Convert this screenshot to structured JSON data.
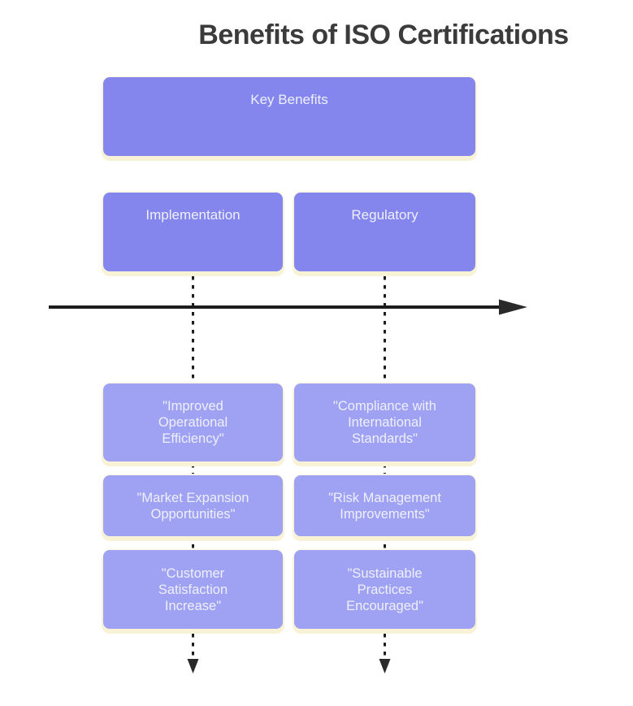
{
  "title": "Benefits of ISO Certifications",
  "root": {
    "label": "Key Benefits"
  },
  "columns": [
    {
      "header": "Implementation",
      "events": [
        {
          "label": "\"Improved\nOperational\nEfficiency\""
        },
        {
          "label": "\"Market Expansion\nOpportunities\""
        },
        {
          "label": "\"Customer\nSatisfaction\nIncrease\""
        }
      ]
    },
    {
      "header": "Regulatory",
      "events": [
        {
          "label": "\"Compliance with\nInternational\nStandards\""
        },
        {
          "label": "\"Risk Management\nImprovements\""
        },
        {
          "label": "\"Sustainable\nPractices\nEncouraged\""
        }
      ]
    }
  ],
  "colors": {
    "header_fill": "#8486ee",
    "event_fill": "#9fa1f3",
    "glow": "#f8f2d6",
    "glow_light": "#fdfaec",
    "line": "#1d1d1d",
    "title_text": "#3b3b3b",
    "box_text": "#eef0fb"
  }
}
